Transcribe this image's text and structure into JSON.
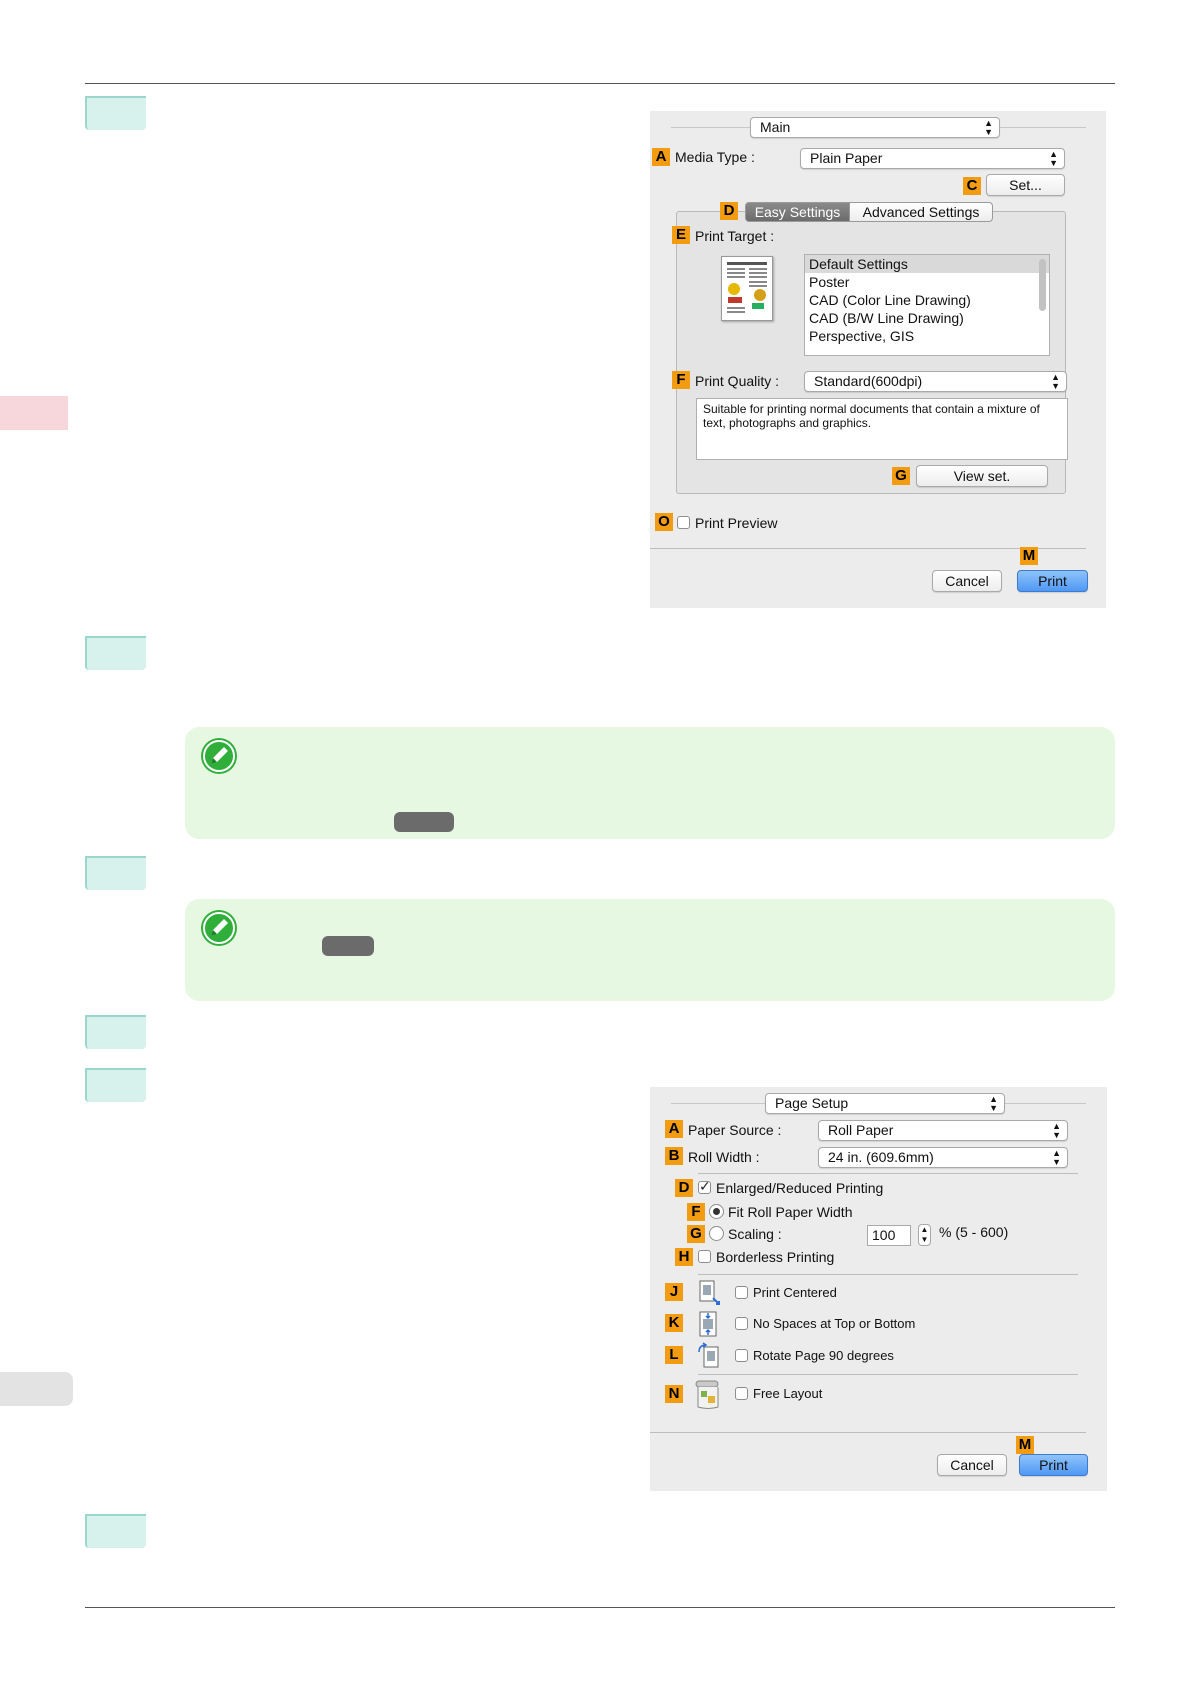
{
  "dialog1": {
    "panel_label": "Main",
    "media_type": {
      "badge": "A",
      "label": "Media Type :",
      "value": "Plain Paper"
    },
    "set_button": {
      "badge": "C",
      "label": "Set..."
    },
    "tabs": {
      "badge": "D",
      "easy": "Easy Settings",
      "advanced": "Advanced Settings"
    },
    "print_target": {
      "badge": "E",
      "label": "Print Target :",
      "items": [
        "Default Settings",
        "Poster",
        "CAD (Color Line Drawing)",
        "CAD (B/W Line Drawing)",
        "Perspective, GIS"
      ],
      "selected": "Default Settings"
    },
    "print_quality": {
      "badge": "F",
      "label": "Print Quality :",
      "value": "Standard(600dpi)",
      "description": "Suitable for printing normal documents that contain a mixture of text, photographs and graphics."
    },
    "view_set": {
      "badge": "G",
      "label": "View set."
    },
    "print_preview": {
      "badge": "O",
      "label": "Print Preview",
      "checked": false
    },
    "cancel_label": "Cancel",
    "print": {
      "badge": "M",
      "label": "Print"
    }
  },
  "dialog2": {
    "panel_label": "Page Setup",
    "paper_source": {
      "badge": "A",
      "label": "Paper Source :",
      "value": "Roll Paper"
    },
    "roll_width": {
      "badge": "B",
      "label": "Roll Width :",
      "value": "24 in. (609.6mm)"
    },
    "enlarged_reduced": {
      "badge": "D",
      "label": "Enlarged/Reduced Printing",
      "checked": true
    },
    "fit_roll_width": {
      "badge": "F",
      "label": "Fit Roll Paper Width",
      "selected": true
    },
    "scaling": {
      "badge": "G",
      "label": "Scaling :",
      "value": "100",
      "range": "% (5 - 600)",
      "selected": false
    },
    "borderless": {
      "badge": "H",
      "label": "Borderless Printing",
      "checked": false
    },
    "print_centered": {
      "badge": "J",
      "label": "Print Centered",
      "checked": false
    },
    "no_spaces": {
      "badge": "K",
      "label": "No Spaces at Top or Bottom",
      "checked": false
    },
    "rotate_page": {
      "badge": "L",
      "label": "Rotate Page 90 degrees",
      "checked": false
    },
    "free_layout": {
      "badge": "N",
      "label": "Free Layout",
      "checked": false
    },
    "cancel_label": "Cancel",
    "print": {
      "badge": "M",
      "label": "Print"
    }
  },
  "colors": {
    "step_tab": "#d7f1ec",
    "note_bg": "#e7f8e2",
    "badge": "#f39c12",
    "side_tab_pink": "#f8d7dc",
    "side_tab_gray": "#e3e3e3"
  }
}
